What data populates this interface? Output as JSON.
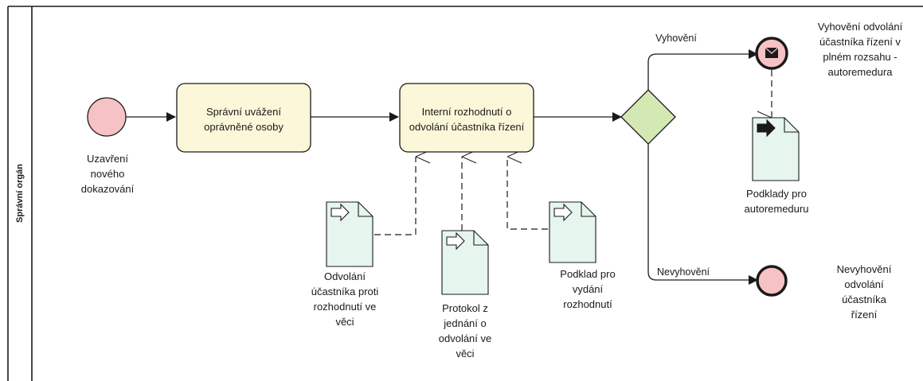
{
  "lane": {
    "label": "Správní orgán"
  },
  "start_event": {
    "label": [
      "Uzavření",
      "nového",
      "dokazování"
    ]
  },
  "tasks": [
    {
      "label": [
        "Správní uvážení",
        "oprávněné osoby"
      ]
    },
    {
      "label": [
        "Interní rozhodnutí o",
        "odvolání účastníka řízení"
      ]
    }
  ],
  "gateway": {
    "outgoing": [
      {
        "label": "Vyhovění"
      },
      {
        "label": "Nevyhovění"
      }
    ]
  },
  "documents": [
    {
      "label": [
        "Odvolání",
        "účastníka proti",
        "rozhodnutí ve",
        "věci"
      ]
    },
    {
      "label": [
        "Protokol z",
        "jednání o",
        "odvolání ve",
        "věci"
      ]
    },
    {
      "label": [
        "Podklad pro",
        "vydání",
        "rozhodnutí"
      ]
    },
    {
      "label": [
        "Podklady pro",
        "autoremeduru"
      ]
    }
  ],
  "end_events": [
    {
      "type": "message",
      "label": [
        "Vyhovění odvolání",
        "účastníka řízení v",
        "plném rozsahu -",
        "autoremedura"
      ]
    },
    {
      "type": "none",
      "label": [
        "Nevyhovění",
        "odvolání",
        "účastníka",
        "řízení"
      ]
    }
  ],
  "colors": {
    "event_fill": "#f6c2c4",
    "task_fill": "#fbf7d8",
    "gateway_fill": "#d4e8b4",
    "document_fill": "#e6f5ee",
    "stroke": "#1a1a1a"
  },
  "icons": [
    "envelope-icon",
    "input-arrow-icon",
    "output-arrow-icon"
  ]
}
